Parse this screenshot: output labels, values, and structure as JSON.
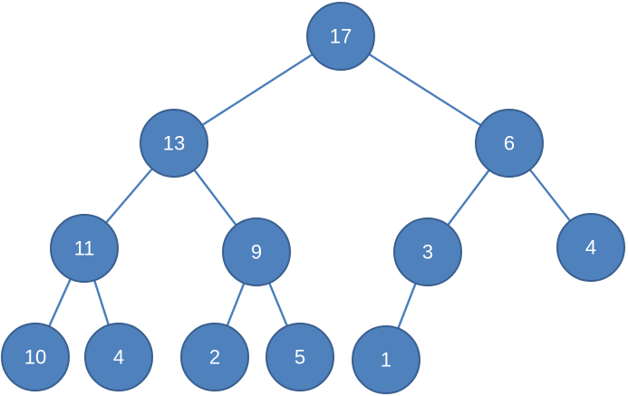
{
  "tree": {
    "node_color": "#4f81bd",
    "node_border_color": "#3a5f8e",
    "edge_color": "#4a7ebb",
    "label_color": "#ffffff",
    "nodes": [
      {
        "id": "n17",
        "label": "17"
      },
      {
        "id": "n13",
        "label": "13"
      },
      {
        "id": "n6",
        "label": "6"
      },
      {
        "id": "n11",
        "label": "11"
      },
      {
        "id": "n9",
        "label": "9"
      },
      {
        "id": "n3",
        "label": "3"
      },
      {
        "id": "n4a",
        "label": "4"
      },
      {
        "id": "n10",
        "label": "10"
      },
      {
        "id": "n4b",
        "label": "4"
      },
      {
        "id": "n2",
        "label": "2"
      },
      {
        "id": "n5",
        "label": "5"
      },
      {
        "id": "n1",
        "label": "1"
      }
    ],
    "edges": [
      {
        "from": "n17",
        "to": "n13"
      },
      {
        "from": "n17",
        "to": "n6"
      },
      {
        "from": "n13",
        "to": "n11"
      },
      {
        "from": "n13",
        "to": "n9"
      },
      {
        "from": "n6",
        "to": "n3"
      },
      {
        "from": "n6",
        "to": "n4a"
      },
      {
        "from": "n11",
        "to": "n10"
      },
      {
        "from": "n11",
        "to": "n4b"
      },
      {
        "from": "n9",
        "to": "n2"
      },
      {
        "from": "n9",
        "to": "n5"
      },
      {
        "from": "n3",
        "to": "n1"
      }
    ]
  }
}
